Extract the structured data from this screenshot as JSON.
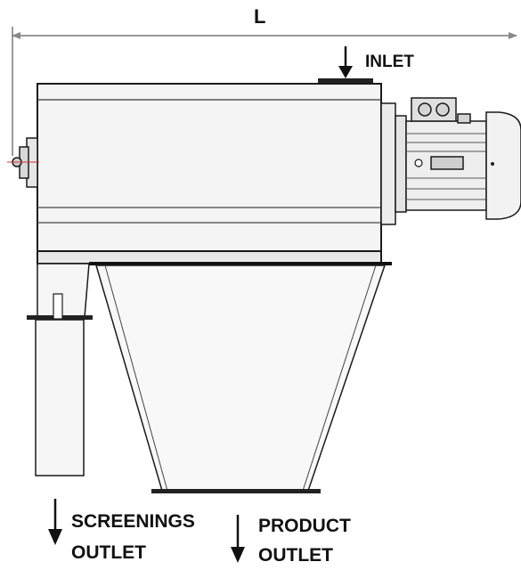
{
  "labels": {
    "dimension": "L",
    "inlet": "INLET",
    "screenings_outlet_line1": "SCREENINGS",
    "screenings_outlet_line2": "OUTLET",
    "product_outlet_line1": "PRODUCT",
    "product_outlet_line2": "OUTLET"
  },
  "colors": {
    "line": "#1a1a1a",
    "body_fill": "#f4f4f4",
    "motor_fill": "#eeeeee",
    "arrow": "#111111",
    "shaft_mark": "#cc3333"
  }
}
